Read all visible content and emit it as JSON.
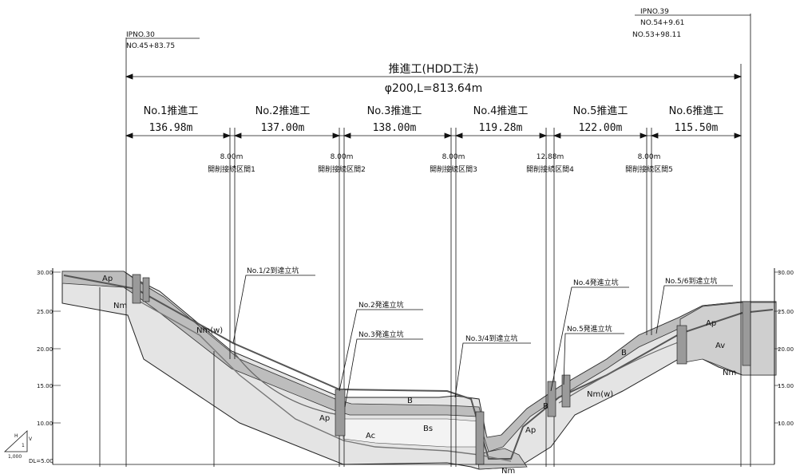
{
  "ip_start": {
    "ip": "IPNO.30",
    "station": "NO.45+83.75"
  },
  "ip_end": {
    "ip": "IPNO.39",
    "station1": "NO.54+9.61",
    "station2": "NO.53+98.11"
  },
  "title": "推進工(HDD工法)",
  "subtitle": "φ200,L=813.64m",
  "sections": [
    {
      "label": "No.1推進工",
      "length": "136.98m"
    },
    {
      "label": "No.2推進工",
      "length": "137.00m"
    },
    {
      "label": "No.3推進工",
      "length": "138.00m"
    },
    {
      "label": "No.4推進工",
      "length": "119.28m"
    },
    {
      "label": "No.5推進工",
      "length": "122.00m"
    },
    {
      "label": "No.6推進工",
      "length": "115.50m"
    }
  ],
  "gaps": [
    {
      "length": "8.00m",
      "label": "開削接続区間1"
    },
    {
      "length": "8.00m",
      "label": "開削接続区間2"
    },
    {
      "length": "8.00m",
      "label": "開削接続区間3"
    },
    {
      "length": "12.88m",
      "label": "開削接続区間4"
    },
    {
      "length": "8.00m",
      "label": "開削接続区間5"
    }
  ],
  "pits": [
    "No.1/2到達立坑",
    "No.2発進立坑",
    "No.3発進立坑",
    "No.3/4到達立坑",
    "No.4発進立坑",
    "No.5発進立坑",
    "No.5/6到達立坑"
  ],
  "soils": {
    "ap_left": "Ap",
    "nm_left": "Nm",
    "nmw_left": "Nm(w)",
    "ap_mid": "Ap",
    "ac_mid": "Ac",
    "b_mid": "B",
    "bs_mid": "Bs",
    "nm_bottom": "Nm",
    "ap_right_low": "Ap",
    "b_right_low": "B",
    "nmw_right": "Nm(w)",
    "b_right": "B",
    "ap_right": "Ap",
    "av_right": "Av",
    "nm_right": "Nm"
  },
  "elevations": [
    "30.00",
    "25.00",
    "20.00",
    "15.00",
    "10.00"
  ],
  "datum": "DL=5.00",
  "scale": {
    "v": "V",
    "h": "H",
    "v_ratio": "1",
    "h_ratio": "1,000"
  },
  "colors": {
    "ink": "#111111",
    "ground_fill": "#d6d6d6",
    "upper_layer": "#bcbcbc",
    "mid_layer": "#e9e9e9",
    "pipe": "#555555"
  }
}
